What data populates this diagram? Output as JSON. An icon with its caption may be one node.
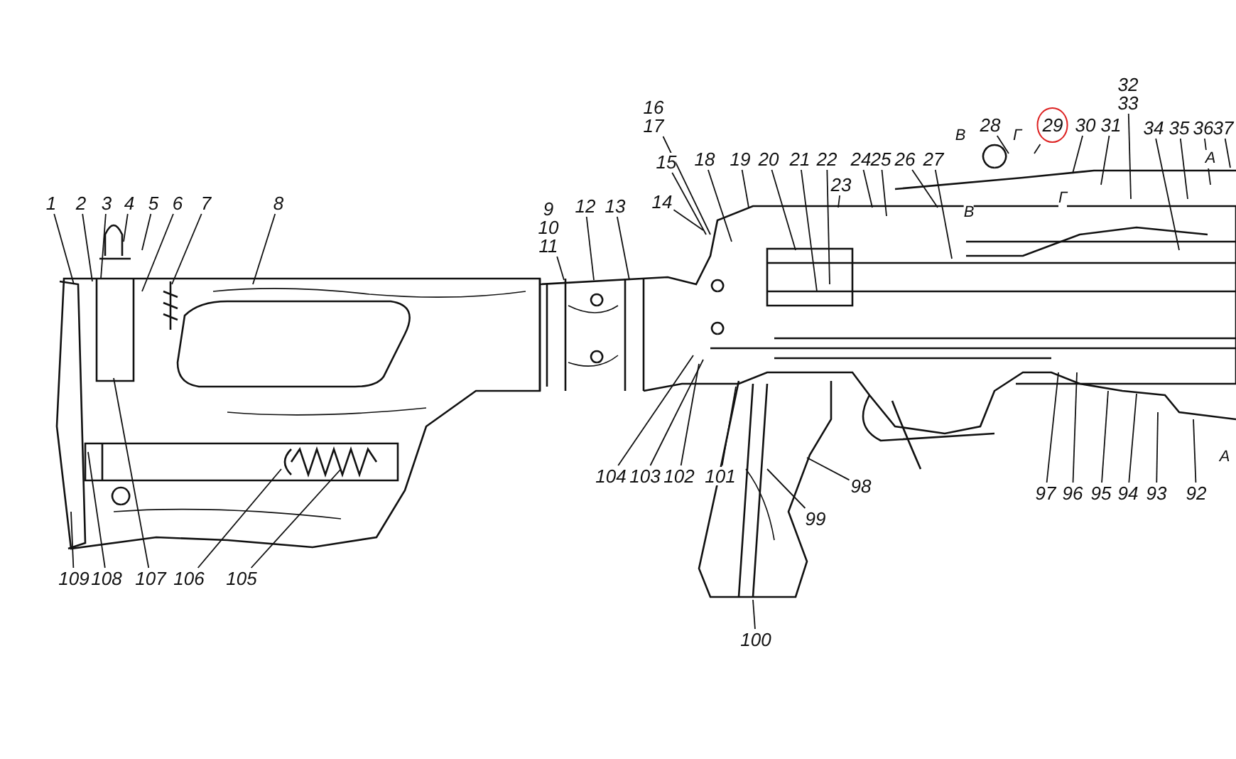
{
  "diagram": {
    "nodes": [
      {
        "text": [
          "1"
        ]
      },
      {
        "text": [
          "2"
        ]
      },
      {
        "text": [
          "3"
        ]
      },
      {
        "text": [
          "4"
        ]
      },
      {
        "text": [
          "5"
        ]
      },
      {
        "text": [
          "6"
        ]
      },
      {
        "text": [
          "7"
        ]
      },
      {
        "text": [
          "8"
        ]
      },
      {
        "text": [
          "9 10 11"
        ]
      },
      {
        "text": [
          "12"
        ]
      },
      {
        "text": [
          "13"
        ]
      },
      {
        "text": [
          "14"
        ]
      },
      {
        "text": [
          "15"
        ]
      },
      {
        "text": [
          "16 17"
        ]
      },
      {
        "text": [
          "18"
        ]
      },
      {
        "text": [
          "19"
        ]
      },
      {
        "text": [
          "20"
        ]
      },
      {
        "text": [
          "21"
        ]
      },
      {
        "text": [
          "22"
        ]
      },
      {
        "text": [
          "23"
        ]
      },
      {
        "text": [
          "24"
        ]
      },
      {
        "text": [
          "25"
        ]
      },
      {
        "text": [
          "26"
        ]
      },
      {
        "text": [
          "27"
        ]
      },
      {
        "text": [
          "28"
        ]
      },
      {
        "text": [
          "29"
        ]
      },
      {
        "text": [
          "30"
        ]
      },
      {
        "text": [
          "31"
        ]
      },
      {
        "text": [
          "32 33"
        ]
      },
      {
        "text": [
          "34"
        ]
      },
      {
        "text": [
          "35"
        ]
      },
      {
        "text": [
          "36"
        ]
      },
      {
        "text": [
          "37"
        ]
      },
      {
        "text": [
          "104"
        ]
      },
      {
        "text": [
          "103"
        ]
      },
      {
        "text": [
          "102"
        ]
      },
      {
        "text": [
          "101"
        ]
      },
      {
        "text": [
          "100"
        ]
      },
      {
        "text": [
          "99"
        ]
      },
      {
        "text": [
          "98"
        ]
      },
      {
        "text": [
          "97"
        ]
      },
      {
        "text": [
          "96"
        ]
      },
      {
        "text": [
          "95"
        ]
      },
      {
        "text": [
          "94"
        ]
      },
      {
        "text": [
          "93"
        ]
      },
      {
        "text": [
          "92"
        ]
      },
      {
        "text": [
          "109"
        ]
      },
      {
        "text": [
          "108"
        ]
      },
      {
        "text": [
          "107"
        ]
      },
      {
        "text": [
          "106"
        ]
      },
      {
        "text": [
          "105"
        ]
      }
    ],
    "edges": [
      {
        "from": 0,
        "to": null,
        "arrow": "none"
      },
      {
        "from": 1,
        "to": null,
        "arrow": "none"
      },
      {
        "from": 2,
        "to": null,
        "arrow": "none"
      },
      {
        "from": 3,
        "to": null,
        "arrow": "none"
      },
      {
        "from": 4,
        "to": null,
        "arrow": "none"
      },
      {
        "from": 5,
        "to": null,
        "arrow": "none"
      },
      {
        "from": 6,
        "to": null,
        "arrow": "none"
      },
      {
        "from": 7,
        "to": null,
        "arrow": "none"
      },
      {
        "from": 8,
        "to": null,
        "arrow": "none"
      },
      {
        "from": 9,
        "to": null,
        "arrow": "none"
      },
      {
        "from": 10,
        "to": null,
        "arrow": "none"
      },
      {
        "from": 11,
        "to": null,
        "arrow": "none"
      },
      {
        "from": 12,
        "to": null,
        "arrow": "none"
      },
      {
        "from": 13,
        "to": null,
        "arrow": "none"
      },
      {
        "from": 14,
        "to": null,
        "arrow": "none"
      },
      {
        "from": 15,
        "to": null,
        "arrow": "none"
      },
      {
        "from": 16,
        "to": null,
        "arrow": "none"
      },
      {
        "from": 17,
        "to": null,
        "arrow": "none"
      },
      {
        "from": 18,
        "to": null,
        "arrow": "none"
      },
      {
        "from": 19,
        "to": null,
        "arrow": "none"
      },
      {
        "from": 20,
        "to": null,
        "arrow": "none"
      },
      {
        "from": 21,
        "to": null,
        "arrow": "none"
      },
      {
        "from": 22,
        "to": null,
        "arrow": "none"
      },
      {
        "from": 23,
        "to": null,
        "arrow": "none"
      },
      {
        "from": 24,
        "to": null,
        "arrow": "none"
      },
      {
        "from": 25,
        "to": null,
        "arrow": "none"
      },
      {
        "from": 26,
        "to": null,
        "arrow": "none"
      },
      {
        "from": 27,
        "to": null,
        "arrow": "none"
      },
      {
        "from": 28,
        "to": null,
        "arrow": "none"
      },
      {
        "from": 29,
        "to": null,
        "arrow": "none"
      },
      {
        "from": 30,
        "to": null,
        "arrow": "none"
      },
      {
        "from": 31,
        "to": null,
        "arrow": "none"
      },
      {
        "from": 32,
        "to": null,
        "arrow": "none"
      },
      {
        "from": 33,
        "to": null,
        "arrow": "none"
      },
      {
        "from": 34,
        "to": null,
        "arrow": "none"
      },
      {
        "from": 35,
        "to": null,
        "arrow": "none"
      },
      {
        "from": 36,
        "to": null,
        "arrow": "none"
      },
      {
        "from": 37,
        "to": null,
        "arrow": "none"
      },
      {
        "from": 38,
        "to": null,
        "arrow": "none"
      },
      {
        "from": 39,
        "to": null,
        "arrow": "none"
      },
      {
        "from": 40,
        "to": null,
        "arrow": "none"
      },
      {
        "from": 41,
        "to": null,
        "arrow": "none"
      },
      {
        "from": 42,
        "to": null,
        "arrow": "none"
      },
      {
        "from": 43,
        "to": null,
        "arrow": "none"
      },
      {
        "from": 44,
        "to": null,
        "arrow": "none"
      },
      {
        "from": 45,
        "to": null,
        "arrow": "none"
      },
      {
        "from": 46,
        "to": null,
        "arrow": "none"
      },
      {
        "from": 47,
        "to": null,
        "arrow": "none"
      },
      {
        "from": 48,
        "to": null,
        "arrow": "none"
      },
      {
        "from": 49,
        "to": null,
        "arrow": "none"
      },
      {
        "from": 50,
        "to": null,
        "arrow": "none"
      }
    ],
    "labels": [
      "В",
      "Г",
      "А",
      "Г",
      "В",
      "А"
    ]
  }
}
